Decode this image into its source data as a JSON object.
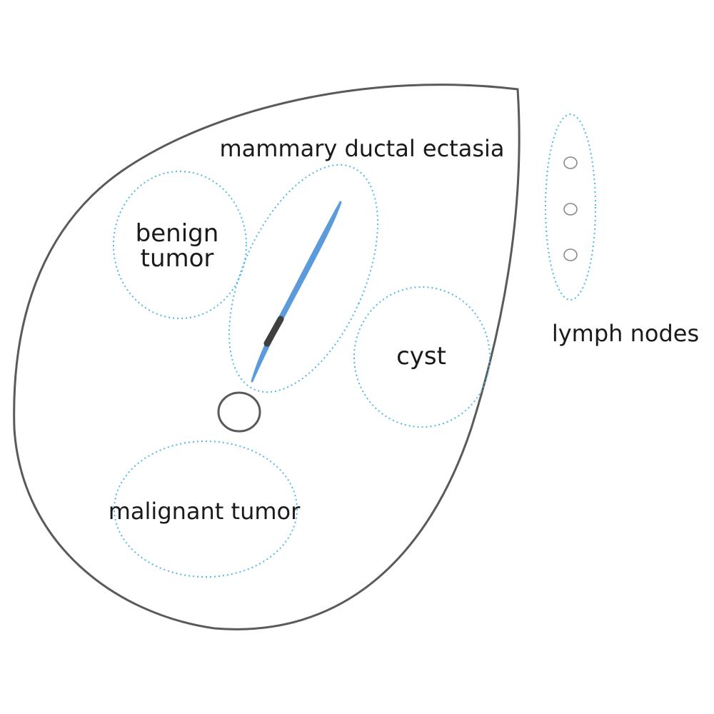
{
  "colors": {
    "outline": "#5a5a5a",
    "region_dotted": "#4fb8e8",
    "duct_fill": "#5b9bdb",
    "duct_dark": "#3f3f3f",
    "lymph_node": "#8a8a8a"
  },
  "labels": {
    "mammary_ductal_ectasia": "mammary ductal ectasia",
    "benign_tumor_line1": "benign",
    "benign_tumor_line2": "tumor",
    "cyst": "cyst",
    "malignant_tumor": "malignant tumor",
    "lymph_nodes": "lymph nodes"
  }
}
